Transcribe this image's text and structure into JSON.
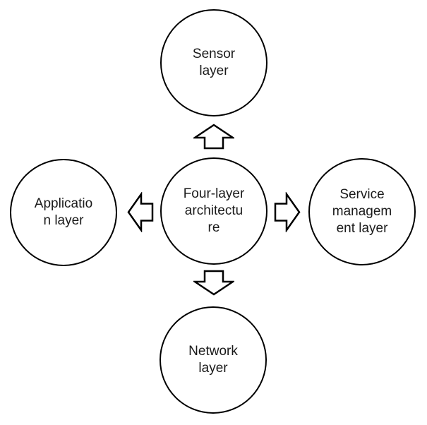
{
  "diagram": {
    "nodes": {
      "center": {
        "label": "Four-layer\narchitectu\nre"
      },
      "top": {
        "label": "Sensor\nlayer"
      },
      "left": {
        "label": "Applicatio\nn layer"
      },
      "right": {
        "label": "Service\nmanagem\nent layer"
      },
      "bottom": {
        "label": "Network\nlayer"
      }
    },
    "arrows": {
      "up": {
        "from": "center",
        "to": "top"
      },
      "left": {
        "from": "center",
        "to": "left"
      },
      "right": {
        "from": "center",
        "to": "right"
      },
      "down": {
        "from": "center",
        "to": "bottom"
      }
    },
    "colors": {
      "stroke": "#000000",
      "fill": "#ffffff",
      "text": "#1a1a1a",
      "background": "#ffffff"
    }
  }
}
